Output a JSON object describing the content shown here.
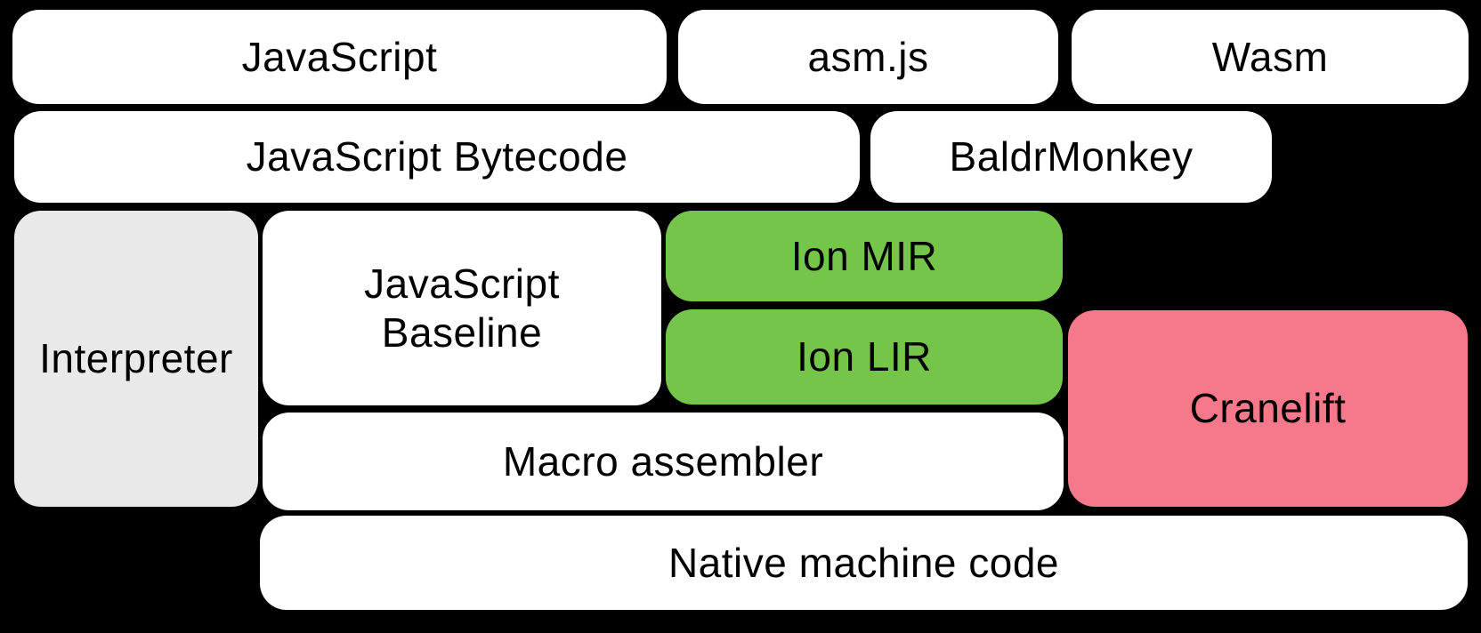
{
  "diagram": {
    "title": "JS engine compilation pipeline diagram",
    "background_color": "#000000",
    "text_color": "#000000",
    "palette": {
      "white": "#ffffff",
      "gray": "#e9e9e9",
      "green": "#76c54b",
      "pink": "#f5798a"
    },
    "boxes": [
      {
        "id": "javascript",
        "label": "JavaScript",
        "fill": "#ffffff"
      },
      {
        "id": "asmjs",
        "label": "asm.js",
        "fill": "#ffffff"
      },
      {
        "id": "wasm",
        "label": "Wasm",
        "fill": "#ffffff"
      },
      {
        "id": "js-bytecode",
        "label": "JavaScript Bytecode",
        "fill": "#ffffff"
      },
      {
        "id": "baldrmonkey",
        "label": "BaldrMonkey",
        "fill": "#ffffff"
      },
      {
        "id": "interpreter",
        "label": "Interpreter",
        "fill": "#e9e9e9"
      },
      {
        "id": "js-baseline",
        "label": "JavaScript\nBaseline",
        "fill": "#ffffff"
      },
      {
        "id": "ion-mir",
        "label": "Ion MIR",
        "fill": "#76c54b"
      },
      {
        "id": "ion-lir",
        "label": "Ion LIR",
        "fill": "#76c54b"
      },
      {
        "id": "cranelift",
        "label": "Cranelift",
        "fill": "#f5798a"
      },
      {
        "id": "macro-assembler",
        "label": "Macro assembler",
        "fill": "#ffffff"
      },
      {
        "id": "native-machine-code",
        "label": "Native machine code",
        "fill": "#ffffff"
      }
    ]
  }
}
